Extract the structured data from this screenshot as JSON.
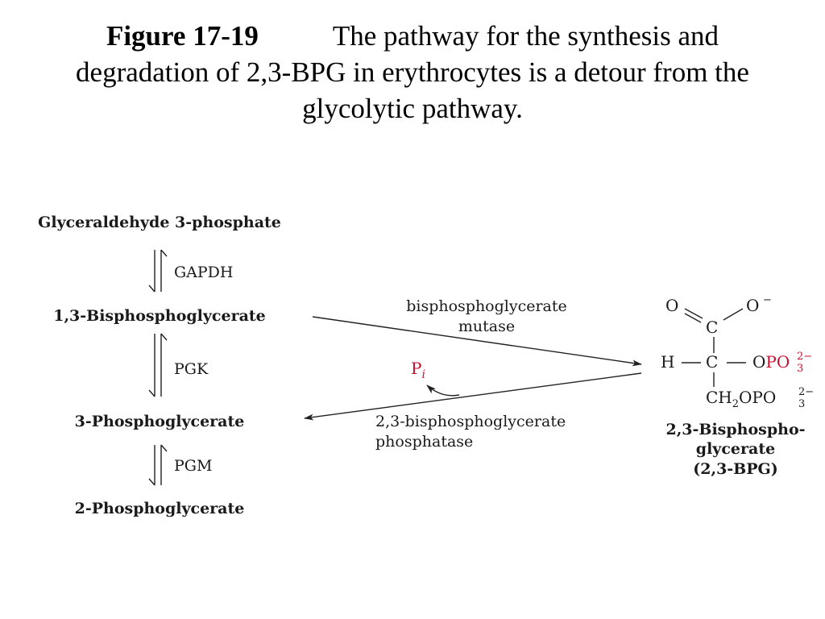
{
  "caption": {
    "figure_label": "Figure 17-19",
    "line1": "The pathway for the synthesis and",
    "line2": "degradation of 2,3-BPG in erythrocytes is a detour from the",
    "line3": "glycolytic pathway."
  },
  "compounds": {
    "gap": "Glyceraldehyde 3-phosphate",
    "bpg13": "1,3-Bisphosphoglycerate",
    "pg3": "3-Phosphoglycerate",
    "pg2": "2-Phosphoglycerate",
    "bpg23_line1": "2,3-Bisphospho-",
    "bpg23_line2": "glycerate",
    "bpg23_line3": "(2,3-BPG)"
  },
  "enzymes": {
    "gapdh": "GAPDH",
    "pgk": "PGK",
    "pgm": "PGM",
    "mutase_line1": "bisphosphoglycerate",
    "mutase_line2": "mutase",
    "phosphatase_line1": "2,3-bisphosphoglycerate",
    "phosphatase_line2": "phosphatase"
  },
  "pi": {
    "symbol": "P",
    "subscript": "i"
  },
  "structure": {
    "o_double": "O",
    "o_minus": "O",
    "o_minus_charge": "−",
    "c_top": "C",
    "h": "H",
    "c_mid": "C",
    "o_ester": "O",
    "po3": "PO",
    "po3_sub": "3",
    "po3_sup": "2−",
    "ch2": "CH",
    "ch2_sub": "2",
    "opo3": "OPO",
    "opo3_sub": "3",
    "opo3_sup": "2−"
  },
  "colors": {
    "accent_red": "#c8102e",
    "text": "#1a1a1a"
  }
}
